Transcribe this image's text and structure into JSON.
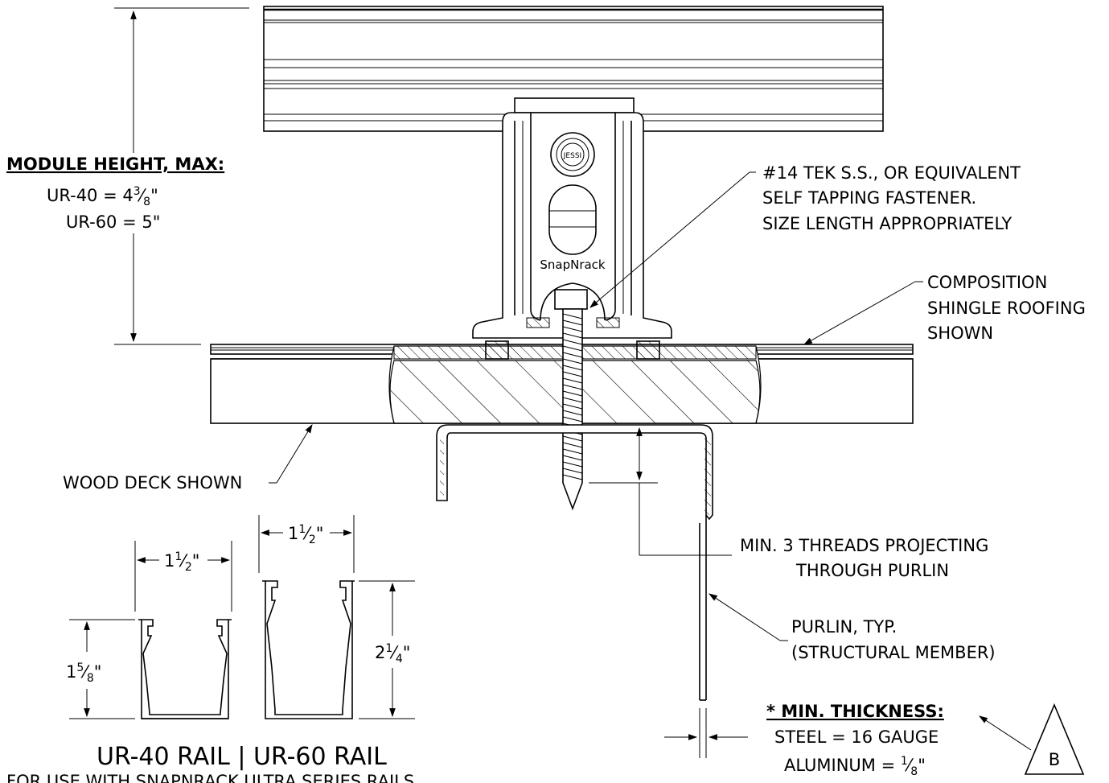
{
  "module_height": {
    "header": "MODULE HEIGHT, MAX:",
    "ur40_label": "UR-40 = 4",
    "ur40_num": "3",
    "ur40_den": "8",
    "ur40_unit": "\"",
    "ur60_label": "UR-60 = 5\""
  },
  "fastener": {
    "line1": "#14 TEK S.S., OR EQUIVALENT",
    "line2": "SELF TAPPING FASTENER.",
    "line3": "SIZE LENGTH APPROPRIATELY"
  },
  "roofing": {
    "line1": "COMPOSITION",
    "line2": "SHINGLE ROOFING",
    "line3": "SHOWN"
  },
  "deck": {
    "label": "WOOD DECK SHOWN"
  },
  "threads": {
    "line1": "MIN. 3 THREADS PROJECTING",
    "line2": "THROUGH PURLIN"
  },
  "purlin": {
    "line1": "PURLIN, TYP.",
    "line2": "(STRUCTURAL MEMBER)"
  },
  "thickness": {
    "header": "* MIN. THICKNESS:",
    "steel": "STEEL = 16 GAUGE",
    "aluminum": "ALUMINUM = ",
    "al_num": "1",
    "al_den": "8",
    "al_unit": "\""
  },
  "callout": {
    "letter": "B"
  },
  "brand": {
    "text": "SnapNrack"
  },
  "rails": {
    "ur40_width_whole": "1",
    "ur40_width_num": "1",
    "ur40_width_den": "2",
    "ur40_width_unit": "\"",
    "ur40_height_whole": "1",
    "ur40_height_num": "5",
    "ur40_height_den": "8",
    "ur40_height_unit": "\"",
    "ur60_width_whole": "1",
    "ur60_width_num": "1",
    "ur60_width_den": "2",
    "ur60_width_unit": "\"",
    "ur60_height_whole": "2",
    "ur60_height_num": "1",
    "ur60_height_den": "4",
    "ur60_height_unit": "\"",
    "caption": "UR-40 RAIL | UR-60 RAIL",
    "subcaption": "FOR USE WITH SNAPNRACK ULTRA SERIES RAILS"
  }
}
